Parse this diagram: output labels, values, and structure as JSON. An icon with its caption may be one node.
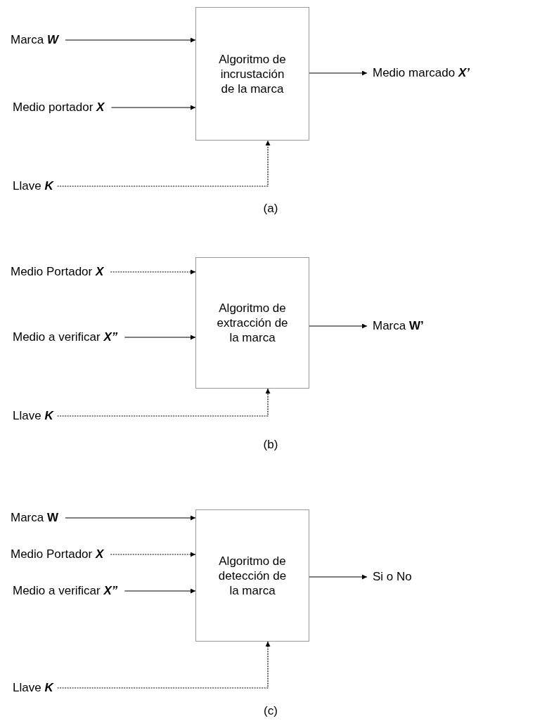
{
  "diagram": {
    "nodes": [
      {
        "text": [
          "Marca *W*"
        ]
      },
      {
        "text": [
          "Medio portador *X*"
        ]
      },
      {
        "text": [
          "Llave *K*"
        ]
      },
      {
        "text": [
          "Algoritmo de incrustación de la marca"
        ]
      },
      {
        "text": [
          "Medio marcado *X’*"
        ]
      },
      {
        "text": [
          "Medio Portador *X*"
        ]
      },
      {
        "text": [
          "Medio a verificar *X”*"
        ]
      },
      {
        "text": [
          "Llave *K*"
        ]
      },
      {
        "text": [
          "Algoritmo de extracción de la marca"
        ]
      },
      {
        "text": [
          "Marca **W’**"
        ]
      },
      {
        "text": [
          "Marca **W**"
        ]
      },
      {
        "text": [
          "Medio Portador *X*"
        ]
      },
      {
        "text": [
          "Medio a verificar *X”*"
        ]
      },
      {
        "text": [
          "Llave *K*"
        ]
      },
      {
        "text": [
          "Algoritmo de detección de la marca"
        ]
      },
      {
        "text": [
          "Si o No"
        ]
      }
    ],
    "edges": [
      {
        "from": 0,
        "to": 3,
        "arrow": "to"
      },
      {
        "from": 1,
        "to": 3,
        "arrow": "to"
      },
      {
        "from": 2,
        "to": 3,
        "arrow": "to",
        "style": "dashed"
      },
      {
        "from": 3,
        "to": 4,
        "arrow": "to"
      },
      {
        "from": 5,
        "to": 8,
        "arrow": "to",
        "style": "dashed"
      },
      {
        "from": 6,
        "to": 8,
        "arrow": "to"
      },
      {
        "from": 7,
        "to": 8,
        "arrow": "to",
        "style": "dashed"
      },
      {
        "from": 8,
        "to": 9,
        "arrow": "to"
      },
      {
        "from": 10,
        "to": 14,
        "arrow": "to"
      },
      {
        "from": 11,
        "to": 14,
        "arrow": "to",
        "style": "dashed"
      },
      {
        "from": 12,
        "to": 14,
        "arrow": "to"
      },
      {
        "from": 13,
        "to": 14,
        "arrow": "to",
        "style": "dashed"
      },
      {
        "from": 14,
        "to": 15,
        "arrow": "to"
      }
    ],
    "labels": [
      "(a)",
      "(b)",
      "(c)"
    ]
  }
}
